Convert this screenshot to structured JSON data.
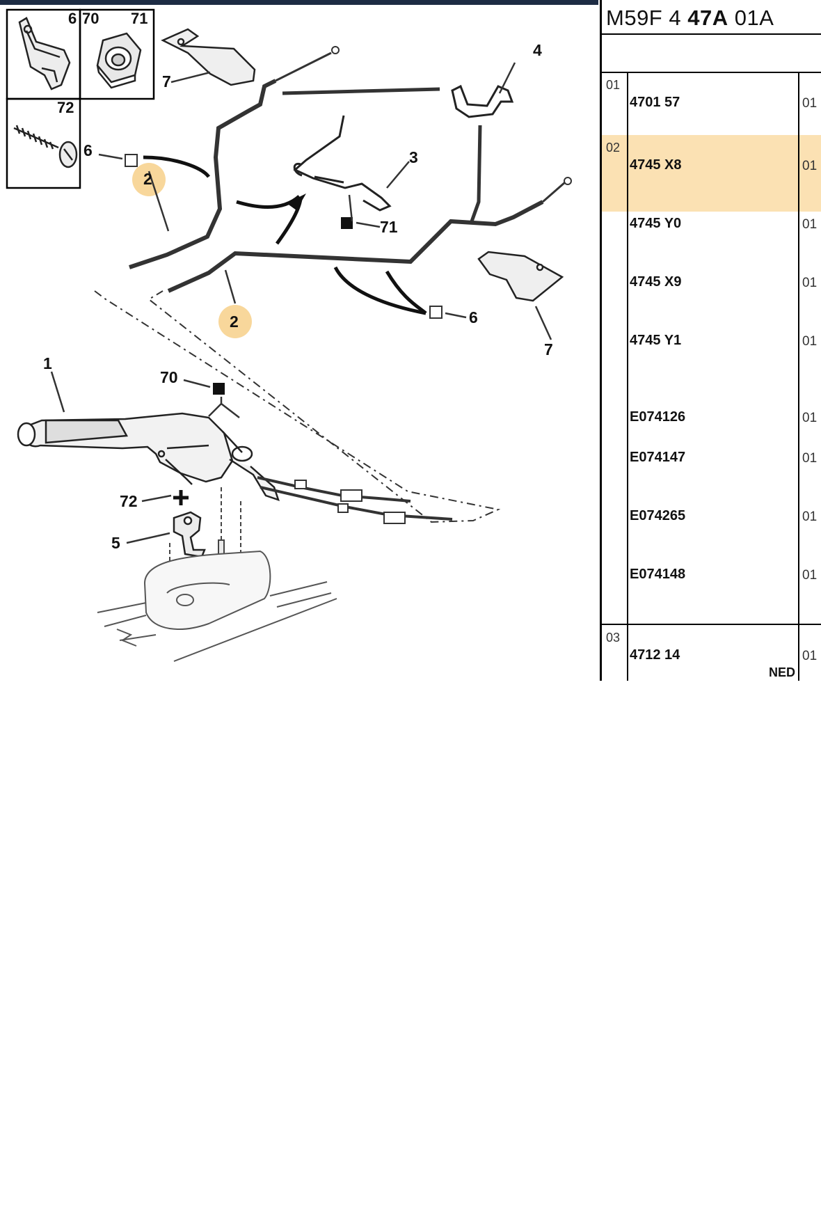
{
  "panel": {
    "model_prefix": "M59F 4",
    "model_bold": "47A",
    "model_suffix": "01A",
    "groups": [
      {
        "no": "01",
        "rows": [
          {
            "ref": "4701 57",
            "qty": "01"
          }
        ]
      },
      {
        "no": "02",
        "highlighted": true,
        "rows": [
          {
            "ref": "4745 X8",
            "qty": "01"
          },
          {
            "ref": "4745 Y0",
            "qty": "01"
          },
          {
            "ref": "4745 X9",
            "qty": "01"
          },
          {
            "ref": "4745 Y1",
            "qty": "01"
          },
          {
            "ref": "E074126",
            "qty": "01"
          },
          {
            "ref": "E074147",
            "qty": "01"
          },
          {
            "ref": "E074265",
            "qty": "01"
          },
          {
            "ref": "E074148",
            "qty": "01"
          }
        ]
      },
      {
        "no": "03",
        "rows": [
          {
            "ref": "4712 14",
            "qty": "01"
          }
        ]
      }
    ],
    "cut_note": "NED"
  },
  "diagram": {
    "callouts": {
      "box_6": "6",
      "box_70": "70",
      "box_71": "71",
      "box_72": "72",
      "c1": "1",
      "c2a": "2",
      "c2b": "2",
      "c3": "3",
      "c4": "4",
      "c5": "5",
      "c6a": "6",
      "c6b": "6",
      "c7a": "7",
      "c7b": "7",
      "c70": "70",
      "c71": "71",
      "c72": "72"
    },
    "highlight_color": "#f7d08a"
  }
}
